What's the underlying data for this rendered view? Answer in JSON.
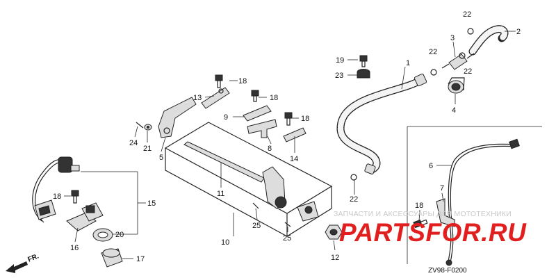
{
  "callouts": {
    "c1": "1",
    "c2": "2",
    "c3": "3",
    "c4": "4",
    "c5": "5",
    "c6": "6",
    "c7": "7",
    "c8": "8",
    "c9": "9",
    "c10": "10",
    "c11": "11",
    "c12": "12",
    "c13": "13",
    "c14": "14",
    "c15": "15",
    "c16": "16",
    "c17": "17",
    "c18": "18",
    "c19": "19",
    "c20": "20",
    "c21": "21",
    "c22": "22",
    "c23": "23",
    "c24": "24",
    "c25": "25"
  },
  "diagram_code": "ZV98-F0200",
  "direction_label": "FR.",
  "watermark": {
    "tagline": "ЗАПЧАСТИ И АКСЕССУАРЫ ДЛЯ МОТОТЕХНИКИ",
    "brand": "PARTSFOR.RU"
  }
}
